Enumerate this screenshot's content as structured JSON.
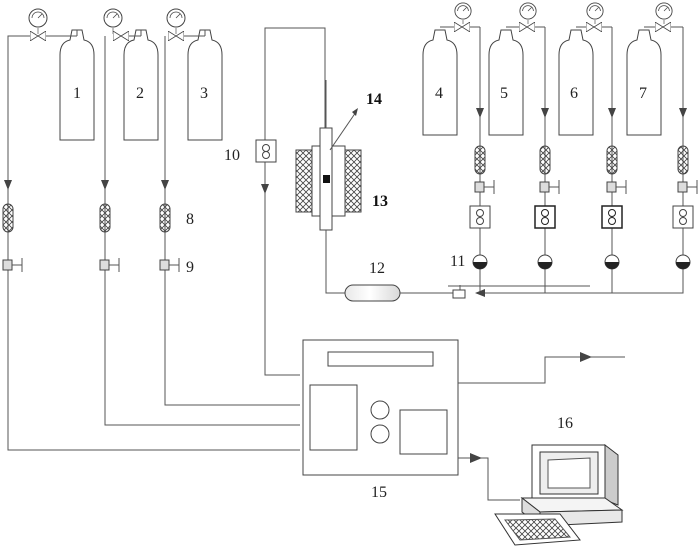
{
  "labels": {
    "c1": "1",
    "c2": "2",
    "c3": "3",
    "c4": "4",
    "c5": "5",
    "c6": "6",
    "c7": "7",
    "n8": "8",
    "n9": "9",
    "n10": "10",
    "n11": "11",
    "n12": "12",
    "n13": "13",
    "n14": "14",
    "n15": "15",
    "n16": "16"
  }
}
